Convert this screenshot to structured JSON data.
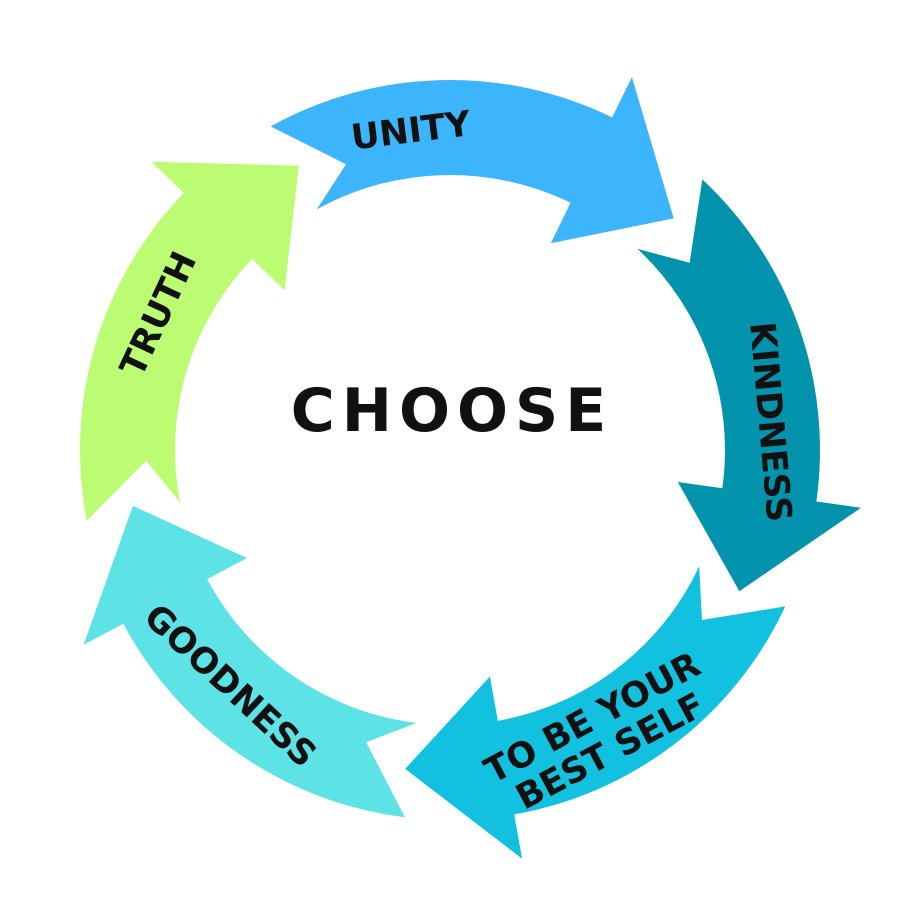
{
  "diagram": {
    "center": {
      "label": "CHOOSE"
    },
    "arrows": [
      {
        "id": "unity",
        "lines": [
          "UNITY"
        ],
        "color": "#3db5fc"
      },
      {
        "id": "kindness",
        "lines": [
          "KINDNESS"
        ],
        "color": "#0393ad"
      },
      {
        "id": "best-self",
        "lines": [
          "TO BE YOUR",
          "BEST SELF"
        ],
        "color": "#12c1e0"
      },
      {
        "id": "goodness",
        "lines": [
          "GOODNESS"
        ],
        "color": "#5de2e6"
      },
      {
        "id": "truth",
        "lines": [
          "TRUTH"
        ],
        "color": "#bbfc73"
      }
    ]
  }
}
